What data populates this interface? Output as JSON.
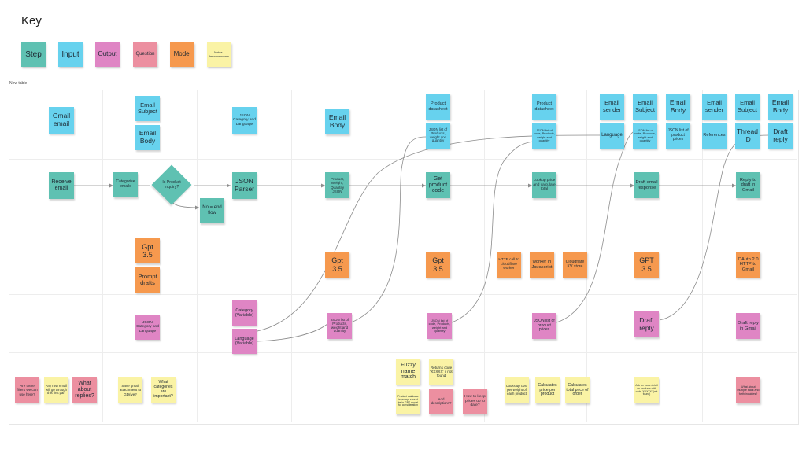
{
  "key": {
    "title": "Key",
    "step": "Step",
    "input": "Input",
    "output": "Output",
    "question": "Question",
    "model": "Model",
    "notes": "Notes / Improvements"
  },
  "table_label": "New table",
  "col1": {
    "gmail_email": "Gmail email",
    "receive_email": "Receive email",
    "question_1": "Are there filters we can use here?",
    "notes_1": "Any new email will go through this first part",
    "question_2": "What about replies?"
  },
  "col2": {
    "email_subject": "Email Subject",
    "email_body": "Email Body",
    "categorise_emails": "Categorise emails",
    "is_product_inquiry": "Is Product Inquiry?",
    "no_end_flow": "No = end flow",
    "gpt": "Gpt 3.5",
    "prompt_drafts": "Prompt drafts",
    "output_json": "JSON Category and Language",
    "notes_1": "Save gmail attachment to GDrive?",
    "notes_2": "What categories are important?"
  },
  "col3": {
    "json_input": "JSON Category and Language",
    "json_parser": "JSON Parser",
    "category_var": "Category (Variable)",
    "language_var": "Language (Variable)"
  },
  "col4": {
    "email_body": "Email Body",
    "product_step": "Product, Weight, Quantity JSON",
    "gpt": "Gpt 3.5",
    "output_json": "JSON list of Products, weight and quantity"
  },
  "col5": {
    "product_datasheet": "Product datasheet",
    "json_list_input": "JSON list of Products, weight and quantity",
    "get_product_code": "Get product code",
    "gpt": "Gpt 3.5",
    "output_json": "JSON list of code, Products, weight and quantity",
    "notes_fuzzy": "Fuzzy name match",
    "notes_returns": "Returns code 'XXXXX' if not found",
    "notes_product_db": "Product database in prompt should be in GPT model for consideration",
    "question_add_desc": "Add descriptions?",
    "question_keep_prices": "How to keep prices up to date?"
  },
  "col6": {
    "product_datasheet": "Product datasheet",
    "json_list_input": "JSON list of code, Products, weight and quantity",
    "lookup_step": "Lookup price and calculate total",
    "http_call": "HTTP call to cloudflare worker",
    "worker_js": "worker in Javascript",
    "cloudflare_kv": "Cloudflare KV store",
    "output_json": "JSON list of product prices",
    "notes_lookup": "Looks up cost per weight of each product",
    "notes_calc_product": "Calculates price per product",
    "notes_calc_total": "Calculates total price of order"
  },
  "col7": {
    "email_sender": "Email sender",
    "language": "Language",
    "email_subject": "Email Subject",
    "json_list": "JSON list of code, Products, weight and quantity",
    "email_body": "Email Body",
    "json_prices": "JSON list of product prices",
    "draft_step": "Draft email response",
    "gpt": "GPT 3.5",
    "draft_reply": "Draft reply",
    "notes_more": "Ask for more detail on products with code 'XXXXX' (not found)"
  },
  "col8": {
    "email_sender": "Email sender",
    "references": "References",
    "email_subject": "Email Subject",
    "thread_id": "Thread ID",
    "email_body": "Email Body",
    "draft_reply": "Draft reply",
    "reply_step": "Reply to draft in Gmail",
    "oauth": "OAuth 2.0 HTTP to Gmail",
    "output_draft": "Draft reply in Gmail",
    "question_multiple": "What about multiple back and forth inquiries?"
  },
  "colors": {
    "step": "#5fc1b2",
    "input": "#67d2ee",
    "output": "#df85c4",
    "question": "#ec8fa0",
    "model": "#f6994e",
    "notes": "#faf3a5"
  }
}
